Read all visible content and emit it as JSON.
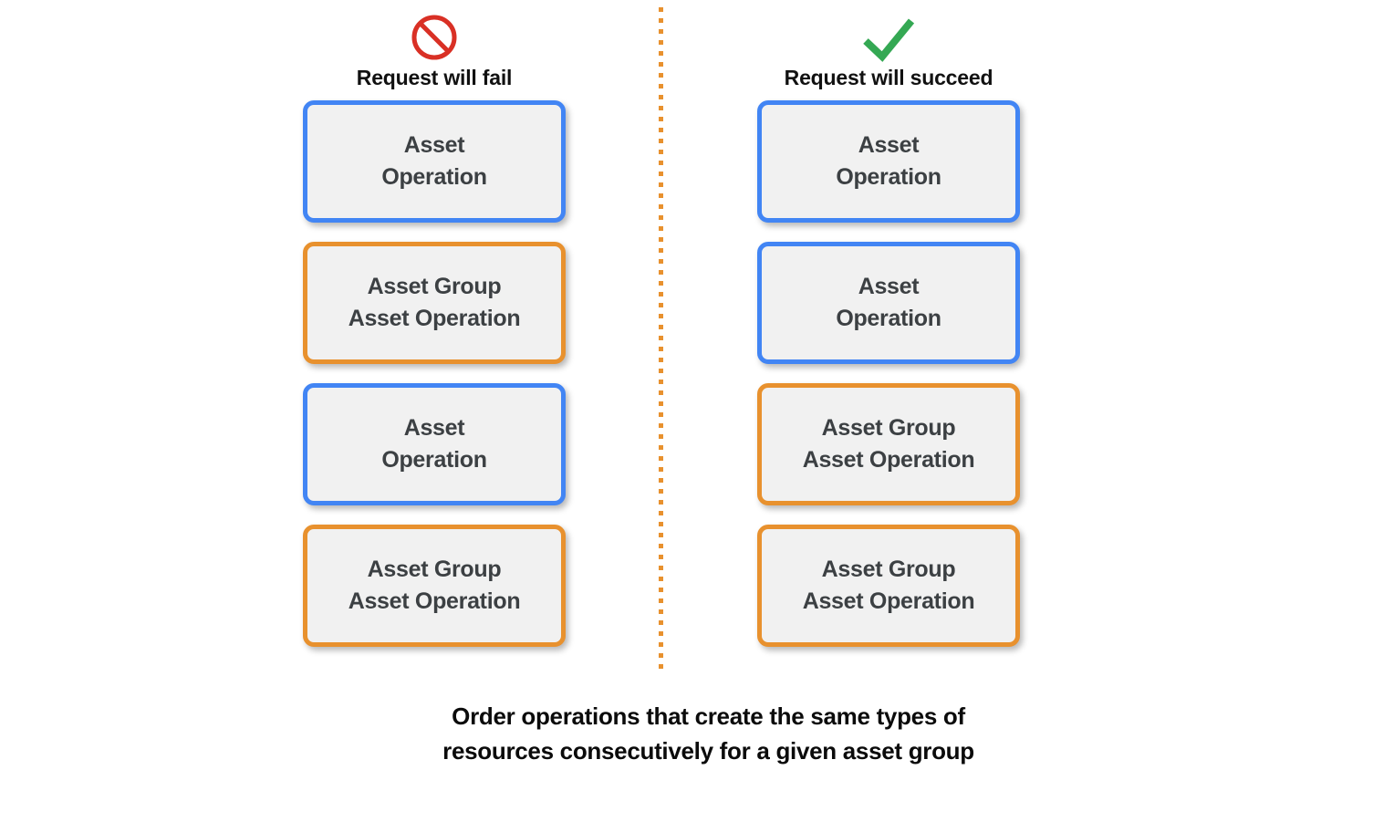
{
  "diagram": {
    "background_color": "#ffffff",
    "divider": {
      "name": "vertical-dotted-divider",
      "color": "#E8912E",
      "style": "dotted"
    },
    "caption": "Order operations that create the same types of\nresources consecutively for a given asset group"
  },
  "colors": {
    "blue_border": "#4285F4",
    "orange_border": "#E8912E",
    "box_fill": "#f1f1f1",
    "box_text": "#3C4043",
    "fail_icon": "#D93025",
    "success_icon": "#34A853",
    "heading_text": "#111111"
  },
  "columns": [
    {
      "id": "fail",
      "icon": "prohibition-icon",
      "icon_color": "#D93025",
      "title": "Request will fail",
      "boxes": [
        {
          "label": "Asset\nOperation",
          "kind": "blue"
        },
        {
          "label": "Asset Group\nAsset Operation",
          "kind": "orange"
        },
        {
          "label": "Asset\nOperation",
          "kind": "blue"
        },
        {
          "label": "Asset Group\nAsset Operation",
          "kind": "orange"
        }
      ]
    },
    {
      "id": "succeed",
      "icon": "checkmark-icon",
      "icon_color": "#34A853",
      "title": "Request will succeed",
      "boxes": [
        {
          "label": "Asset\nOperation",
          "kind": "blue"
        },
        {
          "label": "Asset\nOperation",
          "kind": "blue"
        },
        {
          "label": "Asset Group\nAsset Operation",
          "kind": "orange"
        },
        {
          "label": "Asset Group\nAsset Operation",
          "kind": "orange"
        }
      ]
    }
  ]
}
